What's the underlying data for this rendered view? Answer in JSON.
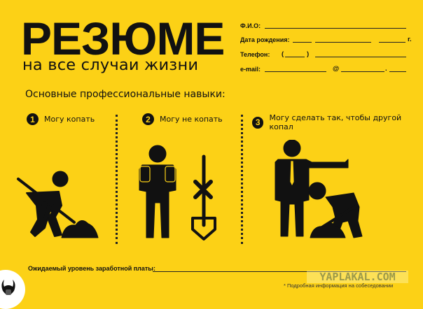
{
  "header": {
    "title": "РЕЗЮМЕ",
    "subtitle": "на все случаи жизни"
  },
  "form": {
    "name_label": "Ф.И.О:",
    "birth_label": "Дата рождения:",
    "birth_suffix": "г.",
    "phone_label": "Телефон:",
    "phone_open": "(",
    "phone_close": ")",
    "email_label": "e-mail:",
    "email_at": "@",
    "email_dot": "."
  },
  "skills": {
    "title": "Основные профессиональные навыки:",
    "items": [
      {
        "number": "1",
        "label": "Могу копать",
        "icon": "digging-worker-icon"
      },
      {
        "number": "2",
        "label": "Могу не копать",
        "icon": "stop-hands-no-shovel-icon"
      },
      {
        "number": "3",
        "label": "Могу сделать так, чтобы другой копал",
        "icon": "boss-pointing-worker-icon"
      }
    ]
  },
  "salary": {
    "label": "Ожидаемый уровень заработной платы:"
  },
  "footnote": "* Подробная информация на собеседовании",
  "watermark": "YAPLAKAL.COM",
  "colors": {
    "background": "#fcd116",
    "ink": "#111111"
  }
}
